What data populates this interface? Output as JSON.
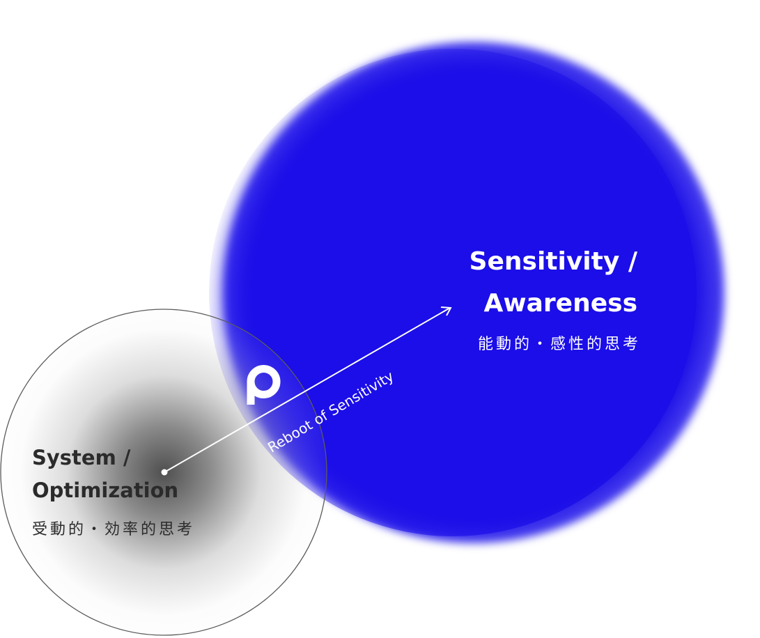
{
  "colors": {
    "blob": "#1b0ee8",
    "dark_text": "#2b2b2b",
    "light_text": "#ffffff",
    "outline": "#555555"
  },
  "sensitivity": {
    "title_line1": "Sensitivity /",
    "title_line2": "Awareness",
    "subtitle": "能動的・感性的思考"
  },
  "system": {
    "title_line1": "System /",
    "title_line2": "Optimization",
    "subtitle": "受動的・効率的思考"
  },
  "arrow": {
    "label": "Reboot of Sensitivity"
  },
  "logo": {
    "icon": "p-logo-icon"
  }
}
